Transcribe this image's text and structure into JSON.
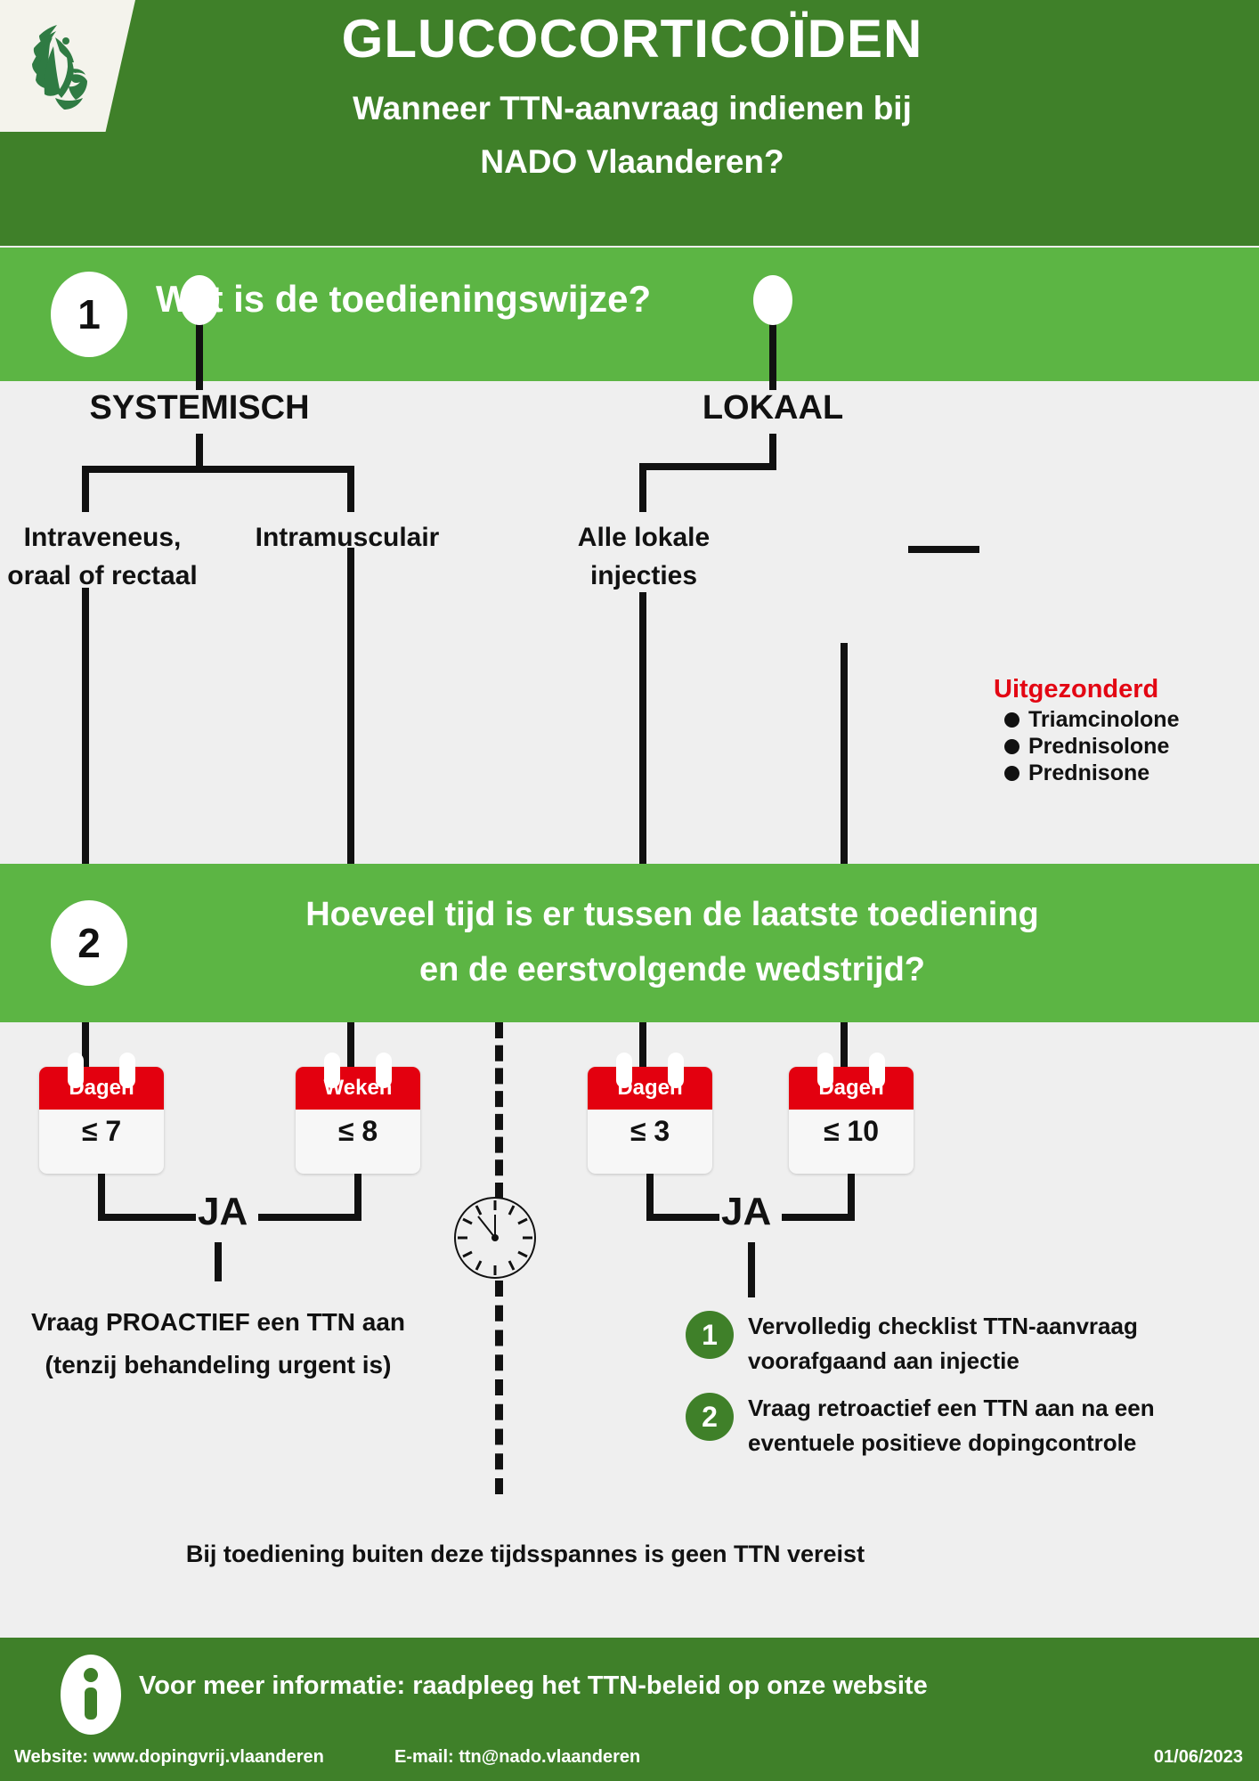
{
  "header": {
    "logo_name": "flemish-lion-logo",
    "title": "GLUCOCORTICOÏDEN",
    "subtitle_line1": "Wanneer TTN-aanvraag indienen bij",
    "subtitle_line2": "NADO Vlaanderen?",
    "bg_color": "#3f8029"
  },
  "steps": [
    {
      "number": "1",
      "question": "Wat is de toedieningswijze?",
      "bg_color": "#5cb544"
    },
    {
      "number": "2",
      "question_line1": "Hoeveel tijd is er tussen de laatste toediening",
      "question_line2": "en de eerstvolgende wedstrijd?",
      "bg_color": "#5cb544"
    }
  ],
  "branches": {
    "systemisch": {
      "label": "SYSTEMISCH",
      "leaves": [
        {
          "line1": "Intraveneus,",
          "line2": "oraal of rectaal"
        },
        {
          "line1": "Intramusculair",
          "line2": ""
        }
      ]
    },
    "lokaal": {
      "label": "LOKAAL",
      "leaves": [
        {
          "line1": "Alle lokale",
          "line2": "injecties"
        }
      ]
    }
  },
  "uitgezonderd": {
    "title": "Uitgezonderd",
    "title_color": "#e30613",
    "items": [
      "Triamcinolone",
      "Prednisolone",
      "Prednisone"
    ]
  },
  "calendars": [
    {
      "head": "Dagen",
      "value": "≤ 7",
      "head_color": "#e3000f"
    },
    {
      "head": "Weken",
      "value": "≤ 8",
      "head_color": "#e3000f"
    },
    {
      "head": "Dagen",
      "value": "≤ 3",
      "head_color": "#e3000f"
    },
    {
      "head": "Dagen",
      "value": "≤ 10",
      "head_color": "#e3000f"
    }
  ],
  "decisions": {
    "yes_left": "JA",
    "yes_right": "JA"
  },
  "outcomes": {
    "left_line1": "Vraag PROACTIEF een TTN aan",
    "left_line2": "(tenzij behandeling urgent is)",
    "checklist": [
      {
        "number": "1",
        "line1": "Vervolledig checklist TTN-aanvraag",
        "line2": "voorafgaand aan injectie"
      },
      {
        "number": "2",
        "line1": "Vraag retroactief een TTN aan na een",
        "line2": "eventuele positieve dopingcontrole"
      }
    ],
    "no_ttn_note": "Bij toediening buiten deze tijdsspannes is geen TTN vereist"
  },
  "footer": {
    "info_icon": "info-icon",
    "main_text": "Voor meer informatie: raadpleeg het TTN-beleid op onze website",
    "website": "Website: www.dopingvrij.vlaanderen",
    "email": "E-mail: ttn@nado.vlaanderen",
    "date": "01/06/2023",
    "bg_color": "#3f8029"
  }
}
